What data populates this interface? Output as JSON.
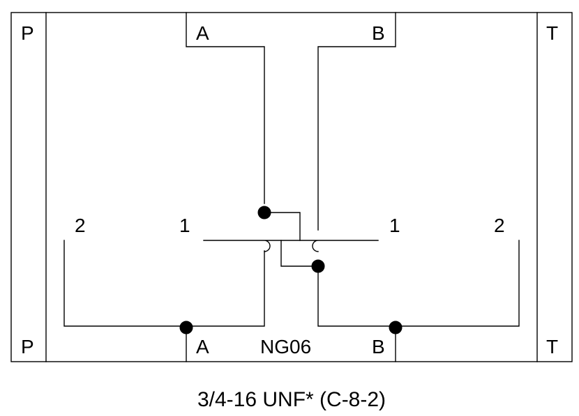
{
  "block": {
    "ports_top": {
      "p": "P",
      "a": "A",
      "b": "B",
      "t": "T"
    },
    "ports_bottom": {
      "p": "P",
      "a": "A",
      "b": "B",
      "t": "T"
    },
    "model": "NG06",
    "check_ports": {
      "left_outer": "2",
      "left_inner": "1",
      "right_inner": "1",
      "right_outer": "2"
    }
  },
  "caption": "3/4-16 UNF* (C-8-2)"
}
